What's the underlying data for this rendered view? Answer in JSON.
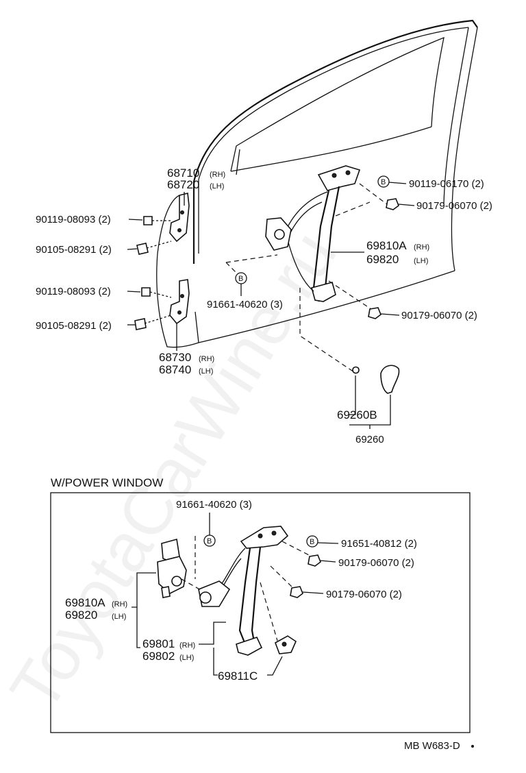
{
  "watermark": "ToyotaCarWine.ru",
  "footer": "MB W683-D",
  "section_title": "W/POWER WINDOW",
  "marker_b": "B",
  "upper": {
    "hinge_upper_rh": "68710",
    "hinge_upper_lh": "68720",
    "hinge_lower_rh": "68730",
    "hinge_lower_lh": "68740",
    "bolt_1": "90119-08093 (2)",
    "bolt_2": "90105-08291 (2)",
    "bolt_3": "90119-08093 (2)",
    "bolt_4": "90105-08291 (2)",
    "screw_b": "91661-40620 (3)",
    "bolt_regulator": "90119-06170 (2)",
    "nut_upper": "90179-06070 (2)",
    "nut_lower": "90179-06070 (2)",
    "regulator_rh": "69810A",
    "regulator_lh": "69820",
    "handle_sub": "69260B",
    "handle": "69260"
  },
  "tags": {
    "rh": "(RH)",
    "lh": "(LH)"
  },
  "power": {
    "screw_b": "91661-40620 (3)",
    "screw_b2": "91651-40812 (2)",
    "nut_1": "90179-06070 (2)",
    "nut_2": "90179-06070 (2)",
    "regulator_rh": "69810A",
    "regulator_lh": "69820",
    "motor_rh": "69801",
    "motor_lh": "69802",
    "pad": "69811C"
  }
}
